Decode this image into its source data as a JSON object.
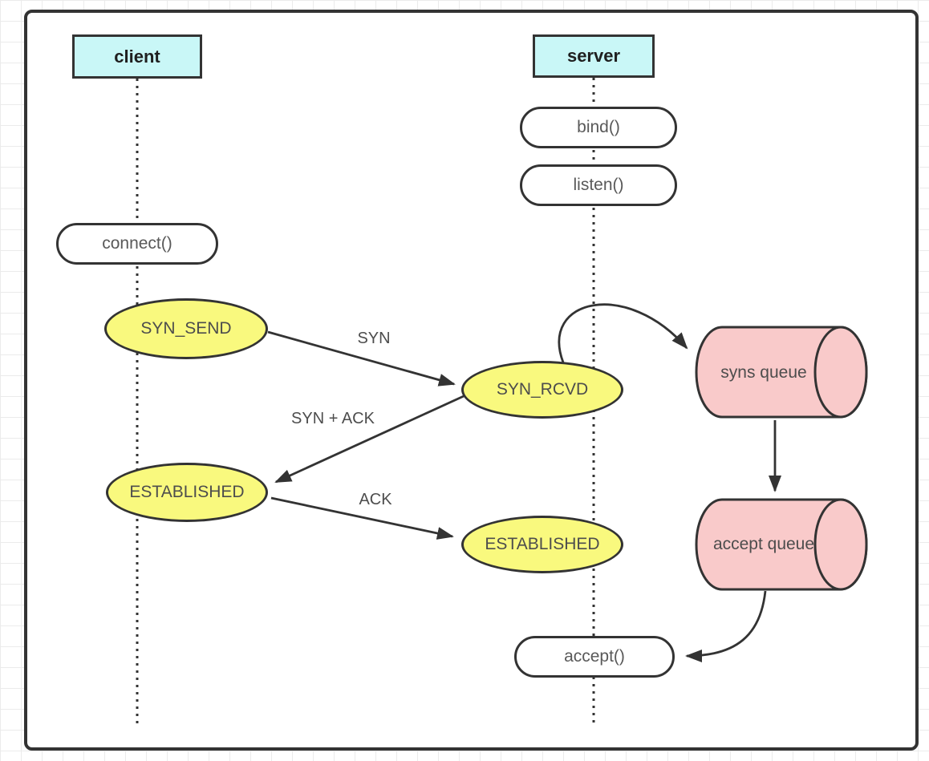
{
  "diagram": {
    "actors": {
      "client": "client",
      "server": "server"
    },
    "calls": {
      "connect": "connect()",
      "bind": "bind()",
      "listen": "listen()",
      "accept": "accept()"
    },
    "states": {
      "syn_send": "SYN_SEND",
      "syn_rcvd": "SYN_RCVD",
      "established_client": "ESTABLISHED",
      "established_server": "ESTABLISHED"
    },
    "messages": {
      "syn": "SYN",
      "syn_ack": "SYN + ACK",
      "ack": "ACK"
    },
    "queues": {
      "syns": "syns queue",
      "accept": "accept queue"
    },
    "colors": {
      "actor_fill": "#c9f7f7",
      "state_fill": "#f9f97e",
      "queue_fill": "#f9caca",
      "stroke": "#333333",
      "call_text": "#595959",
      "label_text": "#4d4d4d",
      "actor_text": "#1f1f1f"
    }
  }
}
